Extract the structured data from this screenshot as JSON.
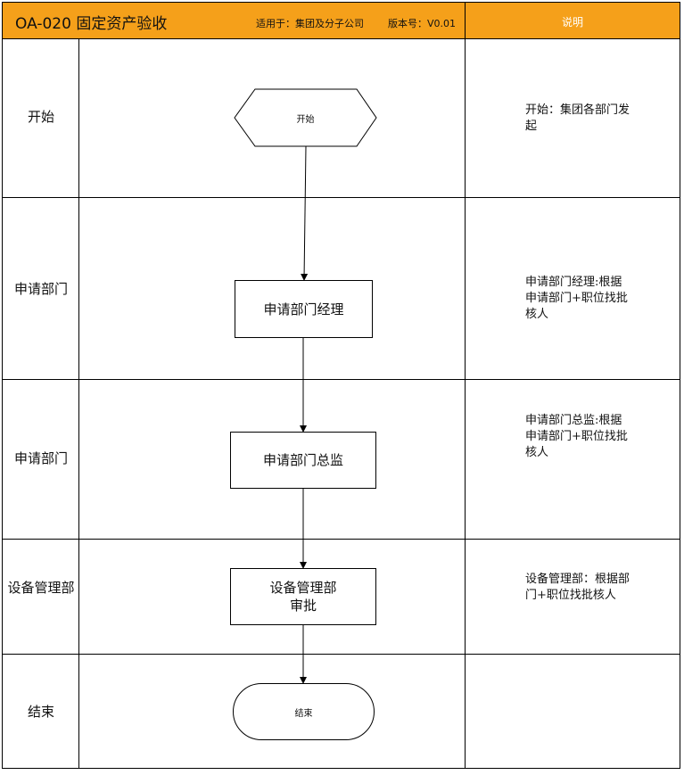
{
  "header": {
    "code_title": "OA-020  固定资产验收",
    "applies_to": "适用于：集团及分子公司",
    "version": "版本号：V0.01",
    "description_heading": "说明"
  },
  "lanes": [
    {
      "label": "开始",
      "note": "开始：集团各部门发起"
    },
    {
      "label": "申请部门",
      "note": "申请部门经理:根据申请部门+职位找批核人"
    },
    {
      "label": "申请部门",
      "note": "申请部门总监:根据申请部门+职位找批核人"
    },
    {
      "label": "设备管理部",
      "note": "设备管理部：根据部门+职位找批核人"
    },
    {
      "label": "结束",
      "note": ""
    }
  ],
  "nodes": {
    "start": "开始",
    "step1": "申请部门经理",
    "step2": "申请部门总监",
    "step3": "设备管理部审批",
    "end": "结束"
  },
  "colors": {
    "header_bg": "#f5a01a",
    "line": "#000000"
  }
}
